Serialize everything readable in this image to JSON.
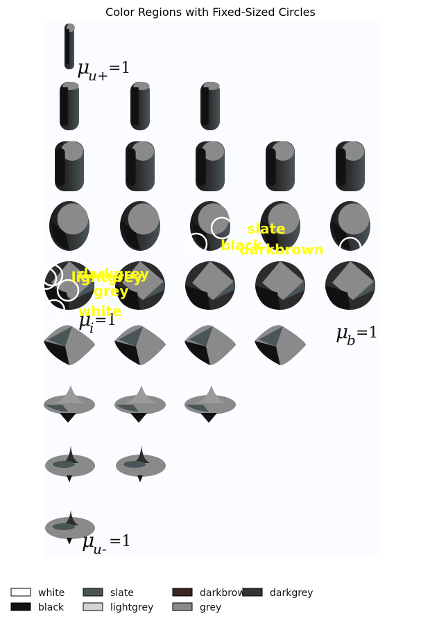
{
  "chart_data": {
    "type": "annotated-image",
    "title": "Color Regions with Fixed-Sized Circles",
    "image_labels": {
      "mu_u_plus": {
        "symbol": "μ",
        "sub": "u+",
        "eq": "=1"
      },
      "mu_i": {
        "symbol": "μ",
        "sub": "i",
        "eq": "=1"
      },
      "mu_b": {
        "symbol": "μ",
        "sub": "b",
        "eq": "=1"
      },
      "mu_u_minus": {
        "symbol": "μ",
        "sub": "u-",
        "eq": "=1"
      }
    },
    "region_labels": [
      "slate",
      "black",
      "darkbrown",
      "darkgrey",
      "lightgrey",
      "grey",
      "white"
    ],
    "legend": [
      {
        "name": "white",
        "color": "#ffffff"
      },
      {
        "name": "black",
        "color": "#111111"
      },
      {
        "name": "slate",
        "color": "#4a5558"
      },
      {
        "name": "lightgrey",
        "color": "#d3d3d3"
      },
      {
        "name": "darkbrown",
        "color": "#3b2620"
      },
      {
        "name": "grey",
        "color": "#8a8a8a"
      },
      {
        "name": "darkgrey",
        "color": "#333333"
      }
    ],
    "label_color": "#ffff14",
    "circle_color": "#ffffff"
  }
}
